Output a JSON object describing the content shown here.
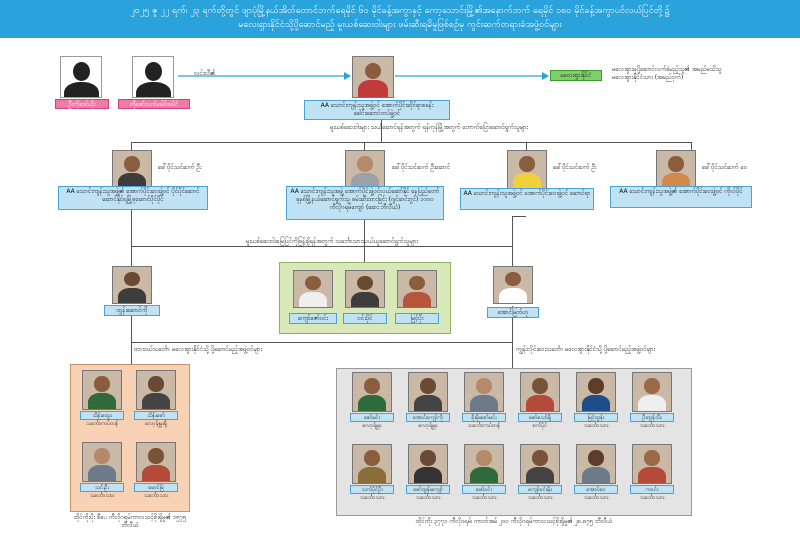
{
  "banner": {
    "line1": "၂၀၂၅ ဇူ ၂၂ ရက်၊ ၂၃ ရက်တို့တွင် ဖျာပုံမြို့နယ်အိတ်တောင်ဘက်ရေမိုင် ၆၀ မိုင်ခန့်အကွာနှင့် ကော့သောင်းမြို့၏အနောက်ဘက် ရေမိုင် ၁၈၀ မိုင်ခန့်အကွာပင်လယ်ပြင်တို့၌",
    "line2": "မလေးရှားနိုင်ငံသို့ပို့ဆောင်မည့် မူးယစ်ဆေးဝါးများ ဖမ်းဆီးရမိမှုဖြစ်စဉ်မှ ကွင်းဆက်တရားခံအဖွဲ့ဝင်များ"
  },
  "top": {
    "unknown1_label": "ဦးကိုဆင်ဟိုး",
    "unknown2_label": "ကိုဇော်သက်ခေါင်ခေါင်",
    "partner_label": "လင်းလီ၏",
    "leader_caption": "AA သောင်းကျန်းသူအဖွဲ့ဝင် အောက်ပိုင်းဆိုင်ရာစခန်း ခေါင်းဆောင်တပ်ဖွဲ့ဝင်",
    "malaysia_tag": "မလေးရှားနိုင်ငံ",
    "malaysia_note": "မလေးရှားမှပို့ဆောင်လက်ခံမည့်သူ၏ အမည်မသိသူ မလေးရှားနိုင်ငံသား (အမည်ဝှက်)",
    "branch_note": "မူးယစ်ဆေးဝါးများ သယ်ဆောင်ရန်အတွက် ရန်ကုန်မြို့အတွက် ဘောက်ပြောဆောင်ရွက်သူများ"
  },
  "row2": [
    {
      "tag": "ခေါ်ပိုင်သင်ဆက် ဦး",
      "caption": "AA သောင်းကျန်းသူအဖွဲ့၏ အောက်ပိုင်းဝေးဖွဲ့ဝင် ပိုင်ပိုင်ဆောင်ဆောင်နိုင်ရမြို့စုဆောင်ပိုင်ပိုင်"
    },
    {
      "tag": "ခေါ်ပိုင်သင်ဆက် ဦးဆောင်",
      "caption": "AA သောင်းကျန်းသူအဖွဲ့ အောက်ပိုင်းဖွဲ့ဝင်လယ်ဆော်နိုင် နေပြည်တော်ခုနစ်မြို့နယ်ဆောင်ရွက်သူ ဖမ်းဆီးထားခြင်း (ဂျင်ဆင်းဂွင်) ၁၀၀၀ ကီလိုဂရမ်ကျော် (ဆေး ဘီလီယံ)"
    },
    {
      "tag": "ခေါ်ပိုင်သင်ဆက် ဦး",
      "caption": "AA သောင်းကျန်းသူအဖွဲ့ဝင် အောက်ပိုင်းဝေးဖွဲ့ဝင် ဆောင်ရာ"
    },
    {
      "tag": "ခေါ်ပိုင်သင်ဆက် ဝေ",
      "caption": "AA သောင်းကျန်းသူအဖွဲ့၏ အောက်ပိုင်းဝေးဖွဲ့ဝင် ကိုလ်ပိုင်"
    }
  ],
  "mid_note": "မူးယစ်ဆေးဝါးမြေပြင်ကိုဖြန့်ချိရန်အတွက် သင်္ဘောသားသယ်ယူဆောင်ရွက်သူများ",
  "boatman": "ထွန်းဆောင်ကို",
  "group3": [
    "ကျော်ဇော်ဝင်း",
    "ဝင်းပိုင်",
    "မြင့်ပိုး"
  ],
  "captain": "အောင်မြတ်ဟု",
  "left_group": {
    "heading": "ထားဝယ်သင်္ဘော မလေးရှားနိုင်ငံသို့ ပို့ဆောင်မည့်အဖွဲ့ဝင်များ",
    "members": [
      {
        "name": "သိန်းထွေး",
        "role": "သင်္ဘောကပ်တန်"
      },
      {
        "name": "သိန်းဇော်",
        "role": "လော့ခ်ျမှုးရှိ"
      },
      {
        "name": "သင်းဦး",
        "role": "သင်္ဘောသား"
      },
      {
        "name": "မောင်မြဲ",
        "role": "သင်္ဘောသား"
      }
    ],
    "footer": "ထိုင်ကိုးပိုး စီပေ ကီလိုဂရမ်ကာလသင့်စိုးရှိမှု၏ ၁၅၇၅ ဘီလီယံ"
  },
  "right_group": {
    "heading": "ကျွန်းလိုင်းဝေးသင်္ဘော မလေးရှားနိုင်ငံသို့ ပို့ဆောင်မည့်အဖွဲ့ဝင်များ",
    "members": [
      {
        "name": "ဇော်မင်း",
        "role": "လော့ခ်ျမှုး"
      },
      {
        "name": "အောင်ကျော်ကို",
        "role": "လော့ခ်ျမှုး"
      },
      {
        "name": "စိုးမိုးဇော်မင်း",
        "role": "သင်္ဘောကပ်တန်"
      },
      {
        "name": "ဇော်သော်ရှိ",
        "role": "စက်ပိုင်"
      },
      {
        "name": "မြင့်ထွန်း",
        "role": "သင်္ဘောသား"
      },
      {
        "name": "ဦးတွန်သီး",
        "role": "သင်္ဘောသား"
      },
      {
        "name": "သက်ပိုင်ဦး",
        "role": "သင်္ဘောသား"
      },
      {
        "name": "ဇော်ထွန်းကျော်",
        "role": "သင်္ဘောသား"
      },
      {
        "name": "ဖော်ဝင်း",
        "role": "သင်္ဘောသား"
      },
      {
        "name": "ကျော်ဝင်းမိုး",
        "role": "သင်္ဘောသား"
      },
      {
        "name": "အောင်ဝေ",
        "role": "သင်္ဘောသား"
      },
      {
        "name": "ကဝင်း",
        "role": "သင်္ဘောသား"
      }
    ],
    "footer": "ထိုင်ကိုး ၃၇၇၁ ကီလိုဂရမ်၊ ကာတ်အမ် ၂၀၀ ကီလိုဂရမ်ကာလသင့်စိုးရှိမှု၏ ၂၈.၈၇၅ ဘီလီယံ"
  },
  "colors": {
    "banner": "#2aa3dc",
    "label": "#bfe2f5",
    "pink": "#f07aa6",
    "green": "#7ed069",
    "panel_green": "#d8e8b8",
    "panel_peach": "#f9d2b6",
    "panel_gray": "#e4e4e4"
  }
}
